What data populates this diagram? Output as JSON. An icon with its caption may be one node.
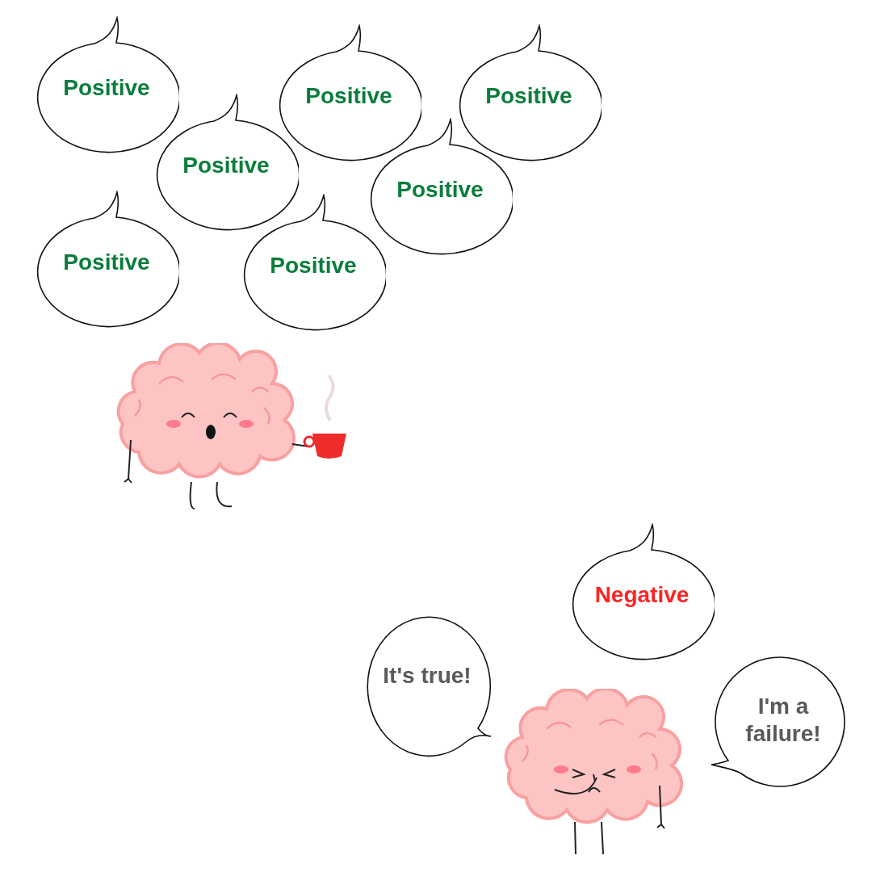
{
  "diagram": {
    "nodes": [
      {
        "text": [
          "Positive"
        ]
      },
      {
        "text": [
          "Positive"
        ]
      },
      {
        "text": [
          "Positive"
        ]
      },
      {
        "text": [
          "Positive"
        ]
      },
      {
        "text": [
          "Positive"
        ]
      },
      {
        "text": [
          "Positive"
        ]
      },
      {
        "text": [
          "Positive"
        ]
      },
      {
        "text": [
          "Negative"
        ]
      },
      {
        "text": [
          "It's true!"
        ]
      },
      {
        "text": [
          "I'm a failure!"
        ]
      }
    ]
  }
}
